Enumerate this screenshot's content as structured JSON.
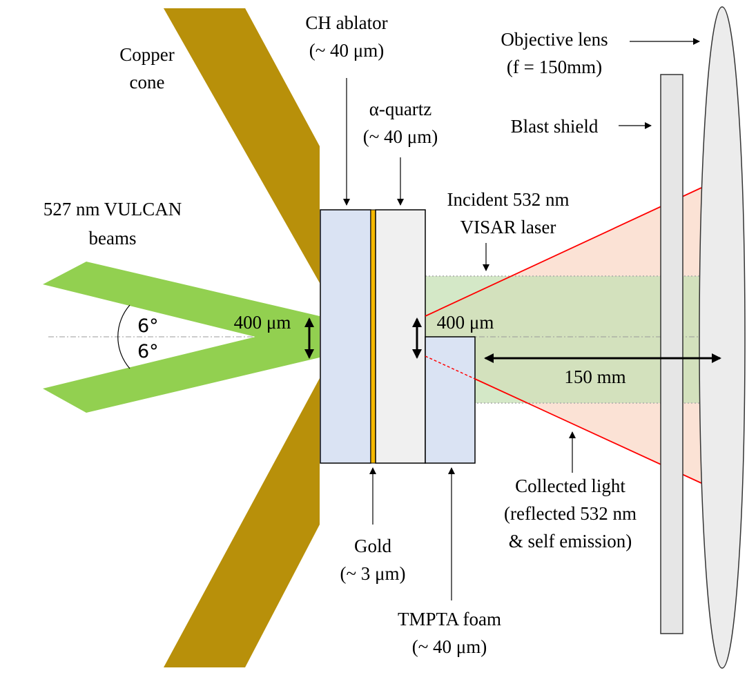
{
  "labels": {
    "ch_ablator_line1": "CH ablator",
    "ch_ablator_line2": "(~ 40 μm)",
    "copper_line1": "Copper",
    "copper_line2": "cone",
    "quartz_line1": "α-quartz",
    "quartz_line2": "(~ 40 μm)",
    "objective_line1": "Objective lens",
    "objective_line2": "(f = 150mm)",
    "blast_shield": "Blast shield",
    "vulcan_line1": "527 nm VULCAN",
    "vulcan_line2": "beams",
    "incident_line1": "Incident 532 nm",
    "incident_line2": "VISAR laser",
    "angle_upper": "6°",
    "angle_lower": "6°",
    "spot_left": "400 μm",
    "spot_right": "400 μm",
    "distance": "150 mm",
    "collected_line1": "Collected light",
    "collected_line2": "(reflected 532 nm",
    "collected_line3": "& self emission)",
    "gold_line1": "Gold",
    "gold_line2": "(~ 3 μm)",
    "tmpta_line1": "TMPTA foam",
    "tmpta_line2": "(~ 40 μm)"
  },
  "colors": {
    "copper": "#b8900a",
    "vulcan_beam": "#92d050",
    "ablator": "#dae3f3",
    "gold": "#f5b800",
    "quartz": "#f0f0f0",
    "foam": "#dae3f3",
    "visar_beam": "#c6e0b4",
    "collected_light": "#fbe2d5",
    "collection_edge": "#ff0000",
    "blast_shield": "#e6e6e6",
    "lens": "#ececec"
  }
}
